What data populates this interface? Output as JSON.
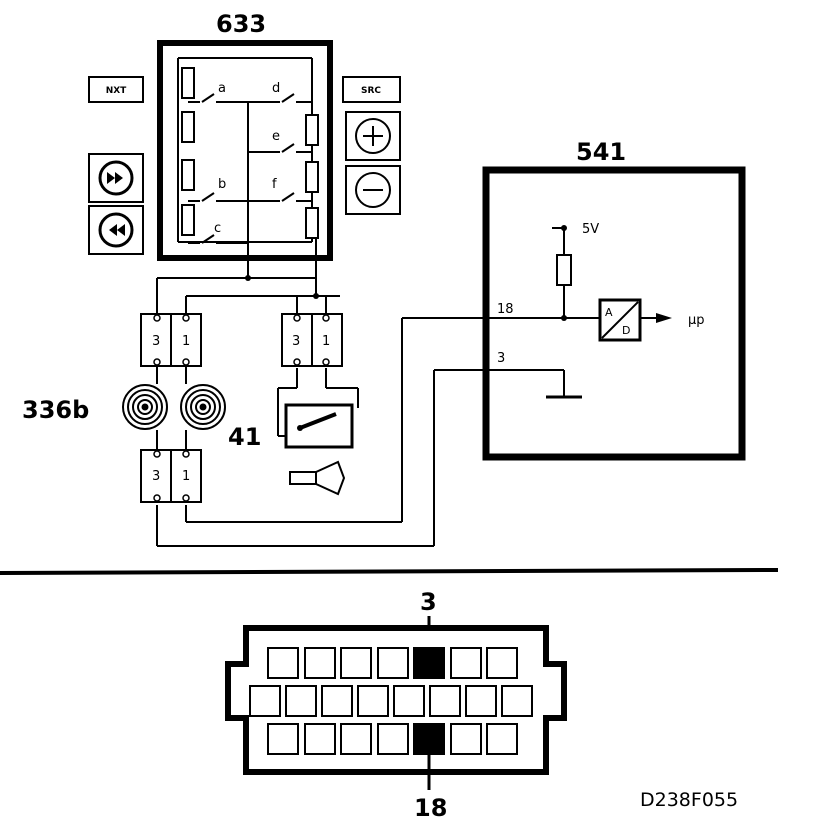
{
  "components": {
    "switch_panel": {
      "id": "633",
      "switch_labels": [
        "a",
        "b",
        "c",
        "d",
        "e",
        "f"
      ],
      "left_buttons": [
        "NXT",
        "next-track",
        "previous-track"
      ],
      "right_buttons": [
        "SRC",
        "+",
        "−"
      ]
    },
    "ecu": {
      "id": "541",
      "supply": "5V",
      "output": "µp",
      "adc_top": "A",
      "adc_bottom": "D",
      "pin_upper": "18",
      "pin_lower": "3"
    },
    "rotary_connector": {
      "id": "336b"
    },
    "horn": {
      "id": "41"
    },
    "connector_pins": {
      "upper_connector": [
        "3",
        "1"
      ],
      "horn_connector": [
        "3",
        "1"
      ],
      "lower_connector": [
        "3",
        "1"
      ]
    }
  },
  "connector_view": {
    "pin_top": "3",
    "pin_bottom": "18"
  },
  "reference": "D238F055"
}
